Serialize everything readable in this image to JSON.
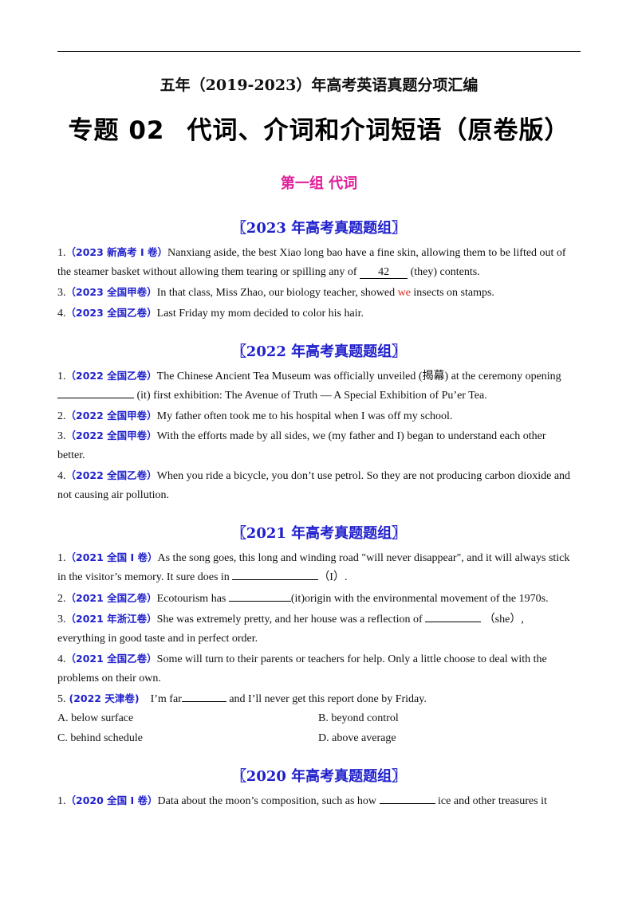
{
  "colors": {
    "accent_blue": "#1f1fcc",
    "group_magenta": "#e0209a",
    "answer_red": "#e0261a"
  },
  "header": {
    "subtitle": "五年（2019-2023）年高考英语真题分项汇编",
    "title_part1": "专题 02",
    "title_part2": "代词、介词和介词短语（原卷版）"
  },
  "group_title": "第一组  代词",
  "sections": [
    {
      "title": "〖2023 年高考真题题组〗",
      "questions": [
        {
          "num": "1.",
          "src": "（2023 新高考 I 卷）",
          "line1": "Nanxiang aside, the best Xiao long bao have a fine skin, allowing them  to be lifted  out of",
          "line2a": "the steamer basket without allowing them tearing or spilling any of ",
          "blank": "42",
          "line2b": " (they) contents."
        },
        {
          "num": "3.",
          "src": "（2023 全国甲卷）",
          "text_a": "In that class, Miss Zhao, our biology teacher, showed ",
          "answer": "we",
          "text_b": "  insects on stamps."
        },
        {
          "num": "4.",
          "src": "（2023 全国乙卷）",
          "text": "Last Friday my mom decided to color his hair."
        }
      ]
    },
    {
      "title": "〖2022 年高考真题题组〗",
      "questions": [
        {
          "num": "1.",
          "src": "（2022 全国乙卷）",
          "line1": "The Chinese Ancient Tea Museum was officially unveiled (揭幕) at the ceremony opening",
          "line2": " (it)  first exhibition: The Avenue of Truth — A Special Exhibition of Pu’er Tea."
        },
        {
          "num": "2.",
          "src": "（2022 全国甲卷）",
          "text": "My father often took me to his hospital when I was off my school."
        },
        {
          "num": "3.",
          "src": "（2022 全国甲卷）",
          "line1": "With the efforts made by all sides, we  (my father and I)  began to understand each other",
          "line2": "better."
        },
        {
          "num": "4.",
          "src": "（2022 全国乙卷）",
          "line1": "When you ride a bicycle, you don’t use petrol. So they are not producing carbon dioxide and",
          "line2": "not causing  air pollution."
        }
      ]
    },
    {
      "title": "〖2021 年高考真题题组〗",
      "questions": [
        {
          "num": "1.",
          "src": "（2021 全国 I 卷）",
          "line1": "As the song goes, this long and winding road \"will never disappear\", and it will always stick",
          "line2a": "in the visitor’s memory. It sure does in ",
          "line2b": "（I）."
        },
        {
          "num": "2.",
          "src": "（2021 全国乙卷）",
          "text_a": "Ecotourism has ",
          "text_b": "(it)origin with the environmental movement of the 1970s."
        },
        {
          "num": "3.",
          "src": "（2021 年浙江卷）",
          "text_a": "She was extremely pretty, and her house was a reflection of ",
          "text_b": " （she）,",
          "line2": "everything in good taste and in perfect order."
        },
        {
          "num": "4.",
          "src": "（2021 全国乙卷）",
          "line1": "Some will turn to their parents or teachers for help. Only a little choose to deal with the",
          "line2": "problems on their own."
        },
        {
          "num": "5.",
          "src": "(2022 天津卷)",
          "text_a": "I’m far",
          "text_b": " and I’ll never get this report done by Friday.",
          "options": [
            {
              "label": "A.  below surface"
            },
            {
              "label": "B.  beyond control"
            },
            {
              "label": "C.  behind schedule"
            },
            {
              "label": "D.  above average"
            }
          ]
        }
      ]
    },
    {
      "title": "〖2020 年高考真题题组〗",
      "questions": [
        {
          "num": "1.",
          "src": "（2020 全国 I 卷）",
          "text_a": "Data about the moon’s composition, such as how ",
          "text_b": " ice and other treasures it"
        }
      ]
    }
  ]
}
